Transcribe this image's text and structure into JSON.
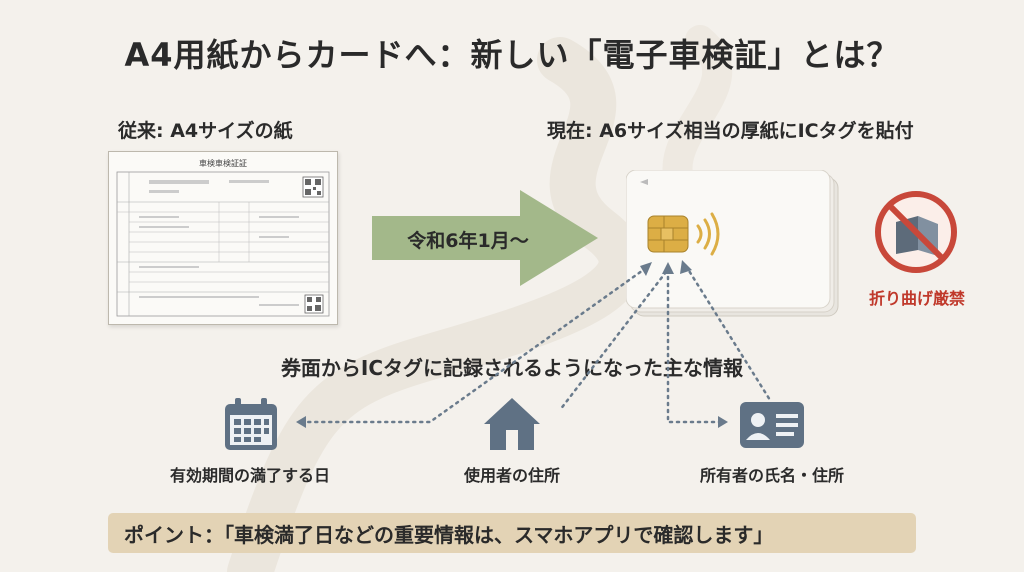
{
  "title": "A4用紙からカードへ：新しい「電子車検証」とは？",
  "old": {
    "label": "従来: A4サイズの紙",
    "doc_title": "車検車検証証"
  },
  "new": {
    "label": "現在: A6サイズ相当の厚紙にICタグを貼付"
  },
  "arrow_text": "令和6年1月〜",
  "warning": {
    "text": "折り曲げ厳禁",
    "color": "#c0392b"
  },
  "subtitle": "券面からICタグに記録されるようになった主な情報",
  "items": [
    {
      "label": "有効期間の満了する日",
      "icon": "calendar-icon"
    },
    {
      "label": "使用者の住所",
      "icon": "house-icon"
    },
    {
      "label": "所有者の氏名・住所",
      "icon": "id-card-icon"
    }
  ],
  "note": "ポイント：「車検満了日などの重要情報は、スマホアプリで確認します」",
  "colors": {
    "arrow": "#a3b88a",
    "icon": "#5f7184",
    "note_bg": "#e3d3b5",
    "background": "#f4f1ec"
  }
}
